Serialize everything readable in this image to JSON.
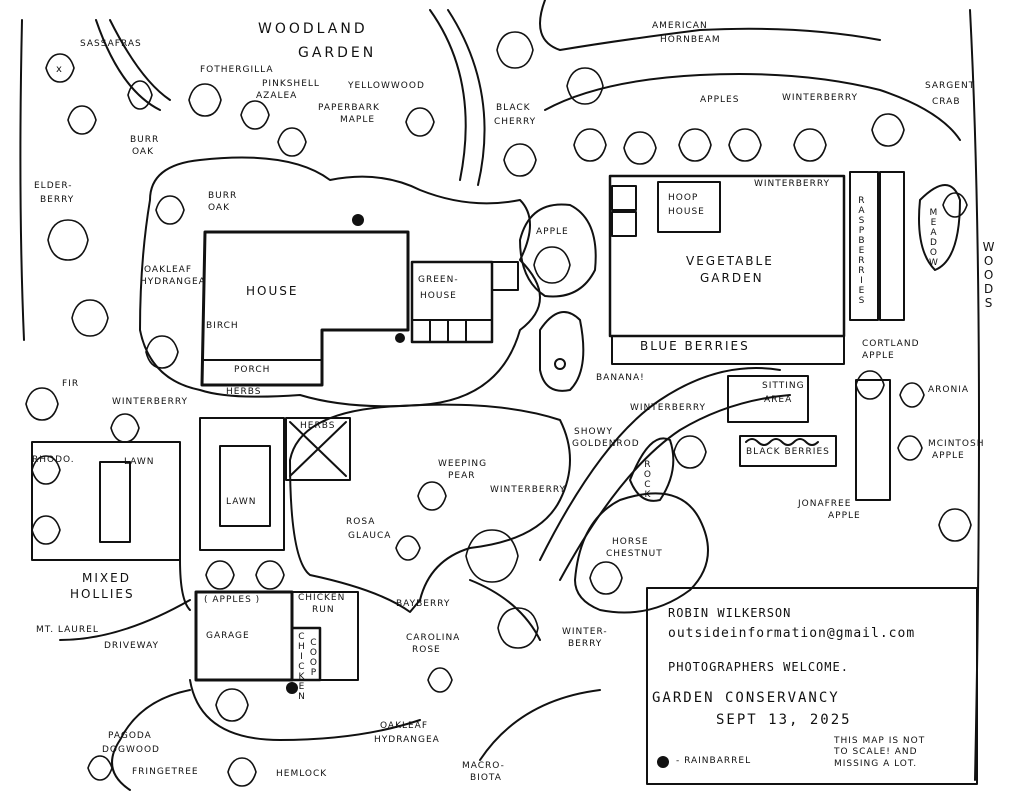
{
  "map_labels": {
    "woodland_garden_1": "WOODLAND",
    "woodland_garden_2": "GARDEN",
    "sassafras": "SASSAFRAS",
    "fothergilla": "FOTHERGILLA",
    "pinkshell_azalea_1": "PINKSHELL",
    "pinkshell_azalea_2": "AZALEA",
    "yellowwood": "YELLOWWOOD",
    "paperbark_maple_1": "PAPERBARK",
    "paperbark_maple_2": "MAPLE",
    "burr_oak_top_1": "BURR",
    "burr_oak_top_2": "OAK",
    "black_cherry_1": "BLACK",
    "black_cherry_2": "CHERRY",
    "american_hornbeam_1": "AMERICAN",
    "american_hornbeam_2": "HORNBEAM",
    "sargent_crab_1": "SARGENT",
    "sargent_crab_2": "CRAB",
    "apples_top": "APPLES",
    "winterberry_top": "WINTERBERRY",
    "winterberry_veg": "WINTERBERRY",
    "elderberry_1": "ELDER-",
    "elderberry_2": "BERRY",
    "burr_oak_house_1": "BURR",
    "burr_oak_house_2": "OAK",
    "oakleaf_hydrangea_1": "OAKLEAF",
    "oakleaf_hydrangea_2": "HYDRANGEA",
    "house": "HOUSE",
    "birch": "BIRCH",
    "porch": "PORCH",
    "herbs_porch": "HERBS",
    "greenhouse_1": "GREEN-",
    "greenhouse_2": "HOUSE",
    "apple_mid": "APPLE",
    "hoop_house_1": "HOOP",
    "hoop_house_2": "HOUSE",
    "vegetable_garden_1": "VEGETABLE",
    "vegetable_garden_2": "GARDEN",
    "blueberries": "BLUE BERRIES",
    "raspberries": "RASPBERRIES",
    "meadow": "MEADOW",
    "woods_right": "WOODS",
    "fir": "FIR",
    "winterberry_left": "WINTERBERRY",
    "rhodo": "RHODO.",
    "lawn_left": "LAWN",
    "lawn_mid": "LAWN",
    "herbs_center": "HERBS",
    "banana": "BANANA!",
    "winterberry_center": "WINTERBERRY",
    "showy_goldenrod_1": "SHOWY",
    "showy_goldenrod_2": "GOLDENROD",
    "sitting_area_1": "SITTING",
    "sitting_area_2": "AREA",
    "black_berries": "BLACK BERRIES",
    "cortland_apple_1": "CORTLAND",
    "cortland_apple_2": "APPLE",
    "aronia": "ARONIA",
    "mcintosh_apple_1": "MCINTOSH",
    "mcintosh_apple_2": "APPLE",
    "jonafree_apple_1": "JONAFREE",
    "jonafree_apple_2": "APPLE",
    "weeping_pear_1": "WEEPING",
    "weeping_pear_2": "PEAR",
    "winterberry_pear": "WINTERBERRY",
    "rock": "ROCK",
    "horse_chestnut_1": "HORSE",
    "horse_chestnut_2": "CHESTNUT",
    "rosa_glauca_1": "ROSA",
    "rosa_glauca_2": "GLAUCA",
    "mixed_hollies_1": "MIXED",
    "mixed_hollies_2": "HOLLIES",
    "mt_laurel": "MT. LAUREL",
    "driveway": "DRIVEWAY",
    "apples_garage": "( APPLES )",
    "garage": "GARAGE",
    "chicken_run_1": "CHICKEN",
    "chicken_run_2": "RUN",
    "chicken_coop_1": "CHICKEN",
    "chicken_coop_2": "COOP",
    "bayberry": "BAYBERRY",
    "carolina_rose_1": "CAROLINA",
    "carolina_rose_2": "ROSE",
    "winterberry_bottom_1": "WINTER-",
    "winterberry_bottom_2": "BERRY",
    "pagoda_dogwood_1": "PAGODA",
    "pagoda_dogwood_2": "DOGWOOD",
    "fringetree": "FRINGETREE",
    "hemlock": "HEMLOCK",
    "oakleaf_hydrangea_bottom_1": "OAKLEAF",
    "oakleaf_hydrangea_bottom_2": "HYDRANGEA",
    "macrobiota_1": "MACRO-",
    "macrobiota_2": "BIOTA"
  },
  "legend": {
    "owner_name": "ROBIN WILKERSON",
    "email": "outsideinformation@gmail.com",
    "photographers": "PHOTOGRAPHERS WELCOME.",
    "event": "GARDEN CONSERVANCY",
    "date": "SEPT 13, 2025",
    "rainbarrel": "- RAINBARREL",
    "disclaimer": "THIS MAP IS NOT\nTO SCALE! AND\nMISSING A LOT."
  }
}
